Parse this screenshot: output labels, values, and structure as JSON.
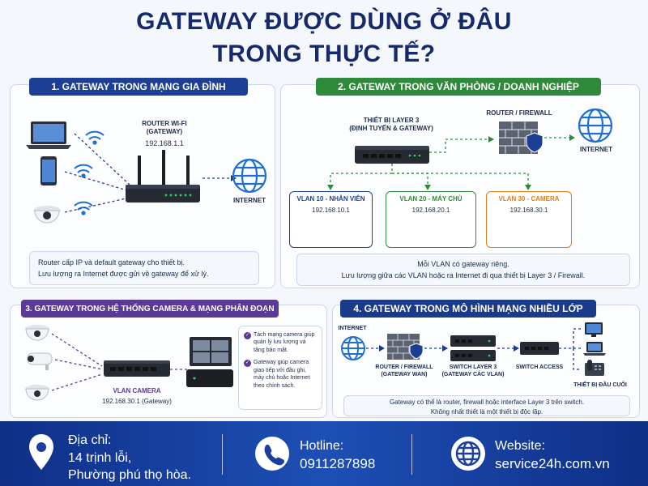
{
  "title": {
    "line1": "GATEWAY ĐƯỢC DÙNG Ở ĐÂU",
    "line2": "TRONG THỰC TẾ?"
  },
  "section1": {
    "header": "1. GATEWAY TRONG MẠNG GIA ĐÌNH",
    "router_label": "ROUTER WI-FI",
    "router_sub": "(GATEWAY)",
    "router_ip": "192.168.1.1",
    "internet": "INTERNET",
    "note_line1": "Router cấp IP và default gateway cho thiết bị.",
    "note_line2": "Lưu lượng ra Internet được gửi về gateway để xử lý."
  },
  "section2": {
    "header": "2. GATEWAY TRONG VĂN PHÒNG / DOANH NGHIỆP",
    "switch_label": "THIẾT BỊ LAYER 3",
    "switch_sub": "(ĐỊNH TUYẾN & GATEWAY)",
    "firewall_label": "ROUTER / FIREWALL",
    "internet": "INTERNET",
    "vlans": [
      {
        "name": "VLAN 10 - NHÂN VIÊN",
        "ip": "192.168.10.1",
        "color": "#1c3f95"
      },
      {
        "name": "VLAN 20 - MÁY CHỦ",
        "ip": "192.168.20.1",
        "color": "#2e8a3a"
      },
      {
        "name": "VLAN 30 - CAMERA",
        "ip": "192.168.30.1",
        "color": "#e07a1f"
      }
    ],
    "note_line1": "Mỗi VLAN có gateway riêng.",
    "note_line2": "Lưu lượng giữa các VLAN hoặc ra Internet đi qua thiết bị Layer 3 / Firewall."
  },
  "section3": {
    "header": "3. GATEWAY TRONG HỆ THỐNG CAMERA & MẠNG PHÂN ĐOẠN",
    "switch_label": "VLAN CAMERA",
    "switch_ip": "192.168.30.1 (Gateway)",
    "bullets": [
      "Tách mạng camera giúp quản lý lưu lượng và tăng bảo mật.",
      "Gateway giúp camera giao tiếp với đầu ghi, máy chủ hoặc Internet theo chính sách."
    ]
  },
  "section4": {
    "header": "4. GATEWAY TRONG MÔ HÌNH MẠNG NHIỀU LỚP",
    "internet": "INTERNET",
    "firewall_label": "ROUTER / FIREWALL",
    "firewall_sub": "(GATEWAY WAN)",
    "l3_label": "SWITCH LAYER 3",
    "l3_sub": "(GATEWAY CÁC VLAN)",
    "access_label": "SWITCH ACCESS",
    "end_label": "THIẾT BỊ ĐẦU CUỐI",
    "note_line1": "Gateway có thể là router, firewall hoặc interface Layer 3 trên switch.",
    "note_line2": "Không nhất thiết là một thiết bị độc lập."
  },
  "footer": {
    "address_label": "Địa chỉ:",
    "address_line1": "14 trịnh lỗi,",
    "address_line2": "Phường phú thọ hòa.",
    "hotline_label": "Hotline:",
    "hotline": "0911287898",
    "website_label": "Website:",
    "website": "service24h.com.vn"
  }
}
